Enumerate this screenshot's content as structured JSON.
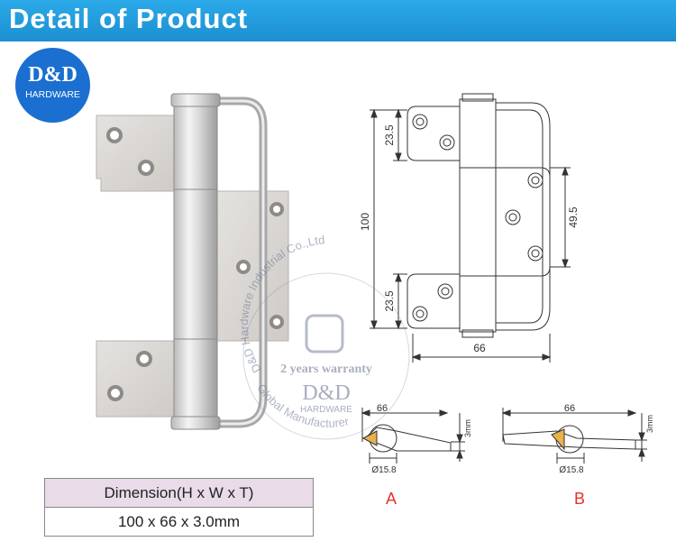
{
  "header": {
    "title": "Detail of Product"
  },
  "logo": {
    "main": "D&D",
    "sub": "HARDWARE"
  },
  "watermark": {
    "arc_top": "D&D Hardware Industrial Co.,Ltd",
    "arc_bottom": "Global Manufacturer",
    "warranty": "2 years warranty",
    "main": "D&D",
    "sub": "HARDWARE"
  },
  "drawing": {
    "dim_height": "100",
    "dim_top_leaf": "23.5",
    "dim_bottom_leaf": "23.5",
    "dim_mid_leaf": "49.5",
    "dim_width": "66"
  },
  "detail_a": {
    "width": "66",
    "thickness": "3mm",
    "diameter": "Ø15.8",
    "label": "A"
  },
  "detail_b": {
    "width": "66",
    "thickness": "3mm",
    "diameter": "Ø15.8",
    "label": "B"
  },
  "dimension_table": {
    "header": "Dimension(H x W x T)",
    "value": "100 x 66 x 3.0mm"
  },
  "colors": {
    "header_blue": "#1c8fd1",
    "logo_blue": "#1a6fd0",
    "label_red": "#e4322b",
    "table_head": "#e9dbe7"
  }
}
